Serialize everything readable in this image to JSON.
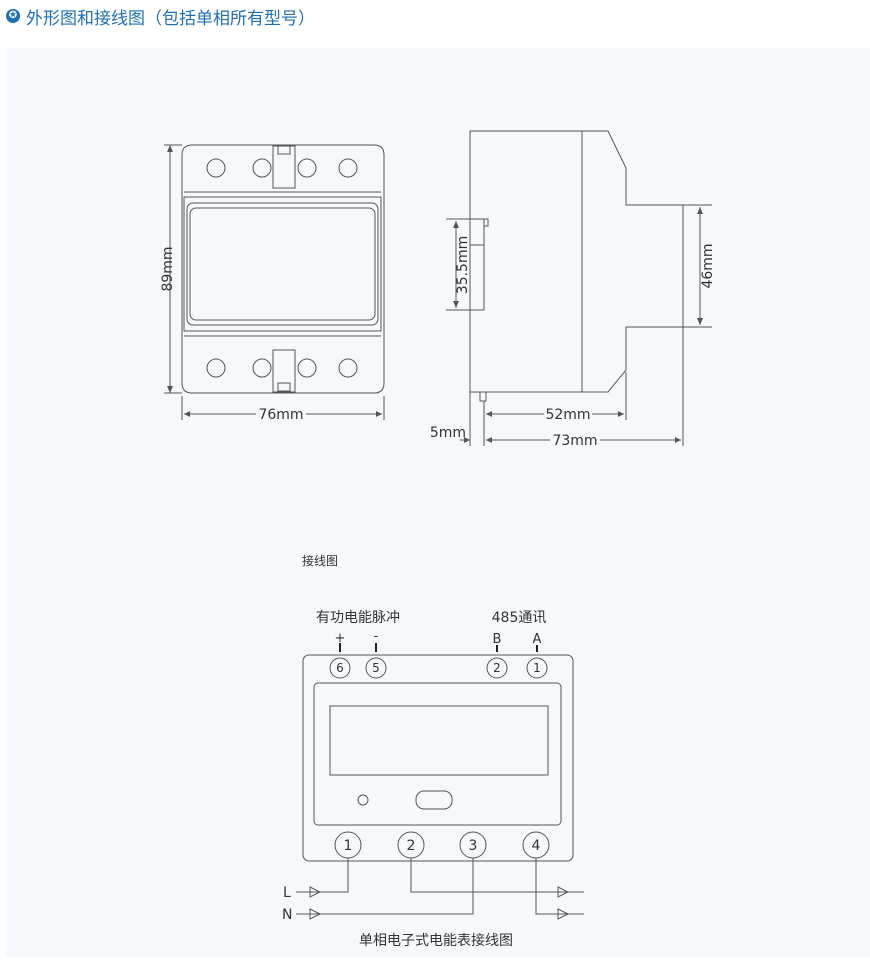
{
  "header": {
    "icon": "star-circle-icon",
    "title": "外形图和接线图（包括单相所有型号）"
  },
  "dimensions": {
    "width": "76mm",
    "height": "89mm",
    "rail_height": "35.5mm",
    "front_height": "46mm",
    "depth_body": "52mm",
    "depth_total": "73mm",
    "clip": "5mm"
  },
  "wiring": {
    "section_label": "接线图",
    "pulse_label": "有功电能脉冲",
    "comm_label": "485通讯",
    "plus": "+",
    "minus": "-",
    "b": "B",
    "a": "A",
    "top_terminals": [
      "6",
      "5",
      "2",
      "1"
    ],
    "bottom_terminals": [
      "1",
      "2",
      "3",
      "4"
    ],
    "line_l": "L",
    "line_n": "N",
    "caption": "单相电子式电能表接线图"
  }
}
